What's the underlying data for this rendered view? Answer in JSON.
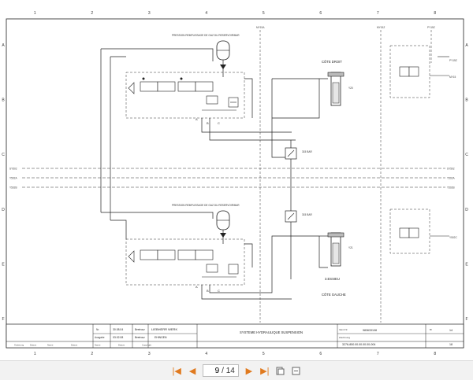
{
  "grid": {
    "columns": [
      "1",
      "2",
      "3",
      "4",
      "5",
      "6",
      "7",
      "8"
    ],
    "rows": [
      "A",
      "B",
      "C",
      "D",
      "E",
      "F"
    ]
  },
  "headings": {
    "pressure_top": "PRESSION REMPLISSAGE DE GAZ DU RESERVOIR/BAR",
    "pressure_bottom": "PRESSION REMPLISSAGE DE GAZ DU RESERVOIR/BAR",
    "cote_droit": "CÔTE DROIT",
    "essieu": "3.ESSIEU",
    "cote_gauche": "CÔTE GAUCHE"
  },
  "bus_labels_left": [
    "SY502",
    "Y502A",
    "Y502B"
  ],
  "bus_labels_right": [
    "SY502",
    "Y502A",
    "Y502B"
  ],
  "component_labels": {
    "cyl_top": "Y20",
    "cyl_bottom": "Y21",
    "valve_top_pressure": "315 BAR",
    "valve_bottom_pressure": "315 BAR",
    "top_a": "A",
    "top_b": "B",
    "top_c": "C",
    "bottom_a": "A",
    "bottom_b": "B",
    "bottom_c": "C",
    "connector_1": "MY15A",
    "connector_2": "MY15Z",
    "connector_3": "PY15Z",
    "right_top_1": "PY15Z",
    "right_top_2": "MY15",
    "right_bottom": "Y502C"
  },
  "title_block": {
    "col_row1": "Nr.",
    "col_row2": "Ausgabe",
    "date1": "30.08.04",
    "date2": "03.02.08",
    "name1": "Beetrouz",
    "name2": "Beetrouz",
    "company_line1": "LIEBHERR WERK",
    "company_line2": "EHINGEN",
    "drawing_title": "SYSTEME HYDRAULIQUE SUSPENSION",
    "ident_label": "Ident Nr.",
    "ident_no": "983633108",
    "drawing_label": "Zeichnung",
    "drawing_no": "3276-850.00.00.00.00-004",
    "sheet_label": "Bl",
    "sheet_no": "14",
    "sheet_total": "18",
    "footer": [
      "Änderung",
      "Datum",
      "Name",
      "Datum",
      "Name",
      "Datum",
      "Copyright"
    ]
  },
  "toolbar": {
    "first_label": "|◀",
    "prev_label": "◀",
    "page_current": "9",
    "page_sep": "/ 14",
    "next_label": "▶",
    "last_label": "▶|"
  }
}
